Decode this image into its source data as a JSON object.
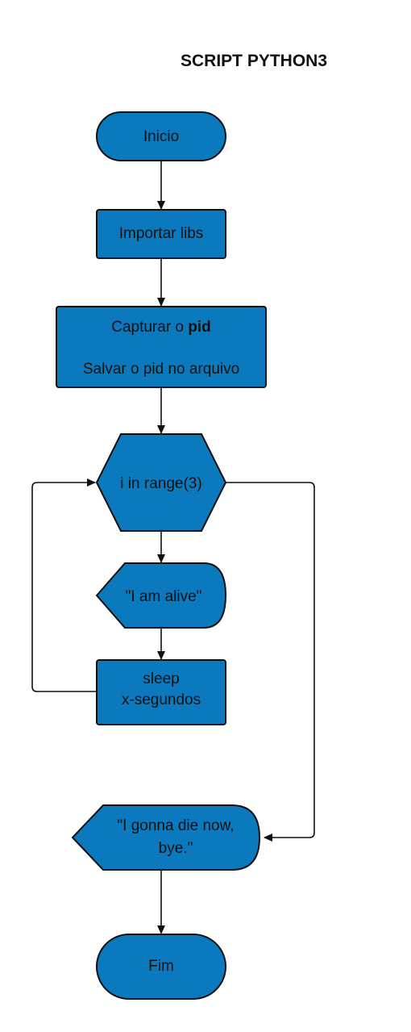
{
  "title": "SCRIPT PYTHON3",
  "colors": {
    "node_fill": "#0b79bd",
    "node_stroke": "#111111",
    "edge": "#111111",
    "text": "#111111",
    "background": "#ffffff"
  },
  "nodes": {
    "start": {
      "shape": "terminator",
      "label": "Inicio"
    },
    "import_libs": {
      "shape": "process",
      "label": "Importar libs"
    },
    "capture_pid": {
      "shape": "process",
      "line1_prefix": "Capturar o ",
      "line1_bold": "pid",
      "line2": "Salvar o pid no arquivo"
    },
    "loop": {
      "shape": "preparation",
      "label": "i in range(3)"
    },
    "display_alive": {
      "shape": "display",
      "label": "\"I am alive\""
    },
    "sleep": {
      "shape": "process",
      "line1": "sleep",
      "line2": "x-segundos"
    },
    "display_die": {
      "shape": "display",
      "line1": "\"I gonna die now,",
      "line2": "bye.\""
    },
    "end": {
      "shape": "terminator",
      "label": "Fim"
    }
  },
  "edges": [
    {
      "from": "start",
      "to": "import_libs"
    },
    {
      "from": "import_libs",
      "to": "capture_pid"
    },
    {
      "from": "capture_pid",
      "to": "loop"
    },
    {
      "from": "loop",
      "to": "display_alive"
    },
    {
      "from": "display_alive",
      "to": "sleep"
    },
    {
      "from": "sleep",
      "to": "loop",
      "kind": "loop-back"
    },
    {
      "from": "loop",
      "to": "display_die",
      "kind": "loop-exit"
    },
    {
      "from": "display_die",
      "to": "end"
    }
  ]
}
